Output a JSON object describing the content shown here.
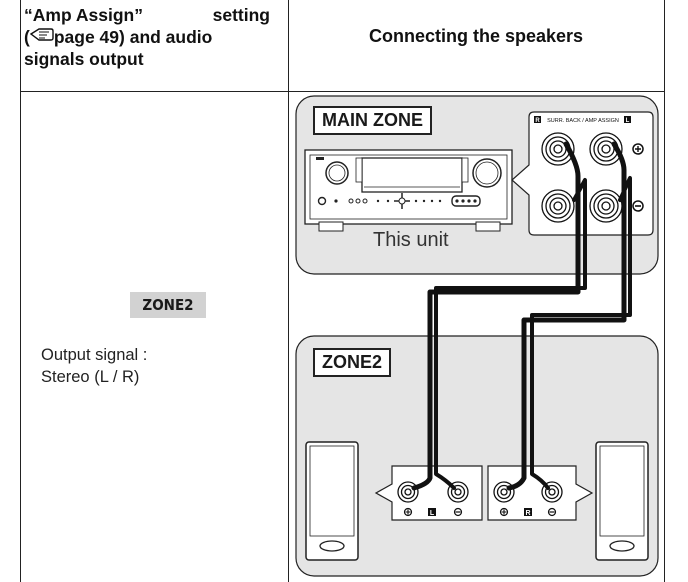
{
  "header": {
    "left_line1_a": "“Amp Assign”",
    "left_line1_b": "setting",
    "left_line2_open": "(",
    "left_line2_page": "page 49",
    "left_line2_rest": ") and audio",
    "left_line3": "signals output",
    "right": "Connecting the speakers"
  },
  "zone_badge": "ZONE2",
  "output": {
    "line1": "Output signal :",
    "line2": "Stereo (L / R)"
  },
  "main_zone": {
    "label": "MAIN ZONE",
    "unit_caption": "This unit",
    "terminal_header": "SURR. BACK / AMP ASSIGN",
    "right_mark": "R",
    "left_mark": "L",
    "plus": "+",
    "minus": "−"
  },
  "zone2": {
    "label": "ZONE2",
    "left_speaker_mark": "L",
    "right_speaker_mark": "R"
  },
  "colors": {
    "panel_bg": "#e5e5e5",
    "badge_bg": "#d2d2d2",
    "line": "#111111"
  }
}
